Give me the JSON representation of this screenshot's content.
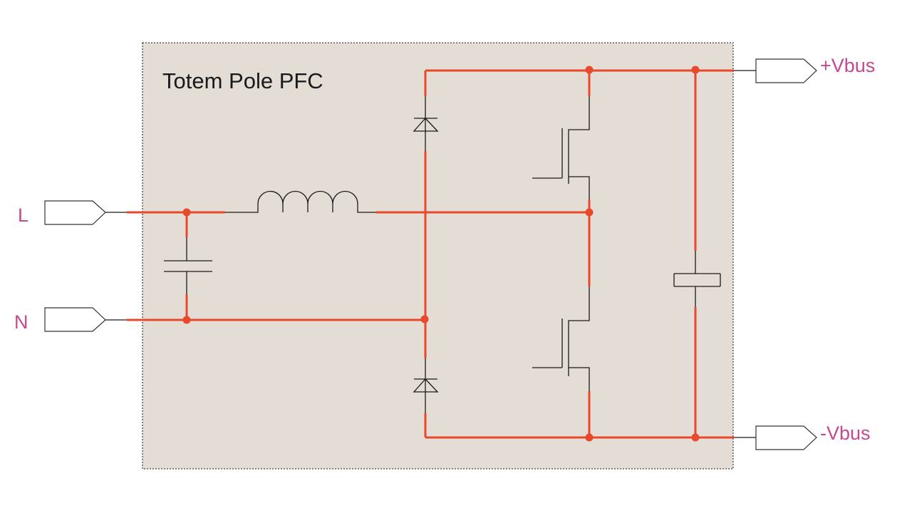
{
  "diagram": {
    "title": "Totem Pole PFC",
    "ports": {
      "line": "L",
      "neutral": "N",
      "bus_positive": "+Vbus",
      "bus_negative": "-Vbus"
    }
  },
  "colors": {
    "wire": "#e8482b",
    "component": "#1a1a1a",
    "label": "#c6488f",
    "panel_background": "#e3ddd6",
    "panel_border": "#444444"
  }
}
